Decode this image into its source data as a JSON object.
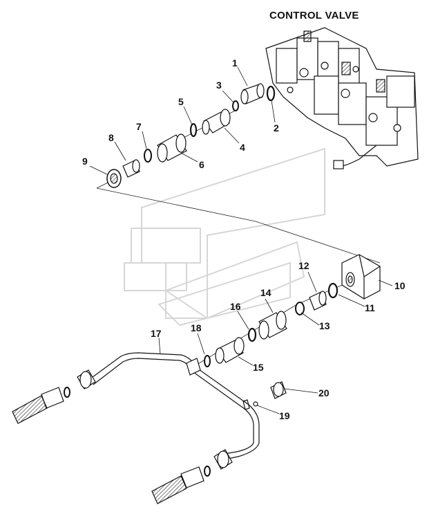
{
  "title": "CONTROL VALVE",
  "callouts": [
    "1",
    "2",
    "3",
    "4",
    "5",
    "6",
    "7",
    "8",
    "9",
    "10",
    "11",
    "12",
    "13",
    "14",
    "15",
    "16",
    "17",
    "18",
    "19",
    "20"
  ],
  "colors": {
    "ink": "#111111",
    "watermark": "#d9d9d9",
    "hose": "#2a2a2a"
  }
}
